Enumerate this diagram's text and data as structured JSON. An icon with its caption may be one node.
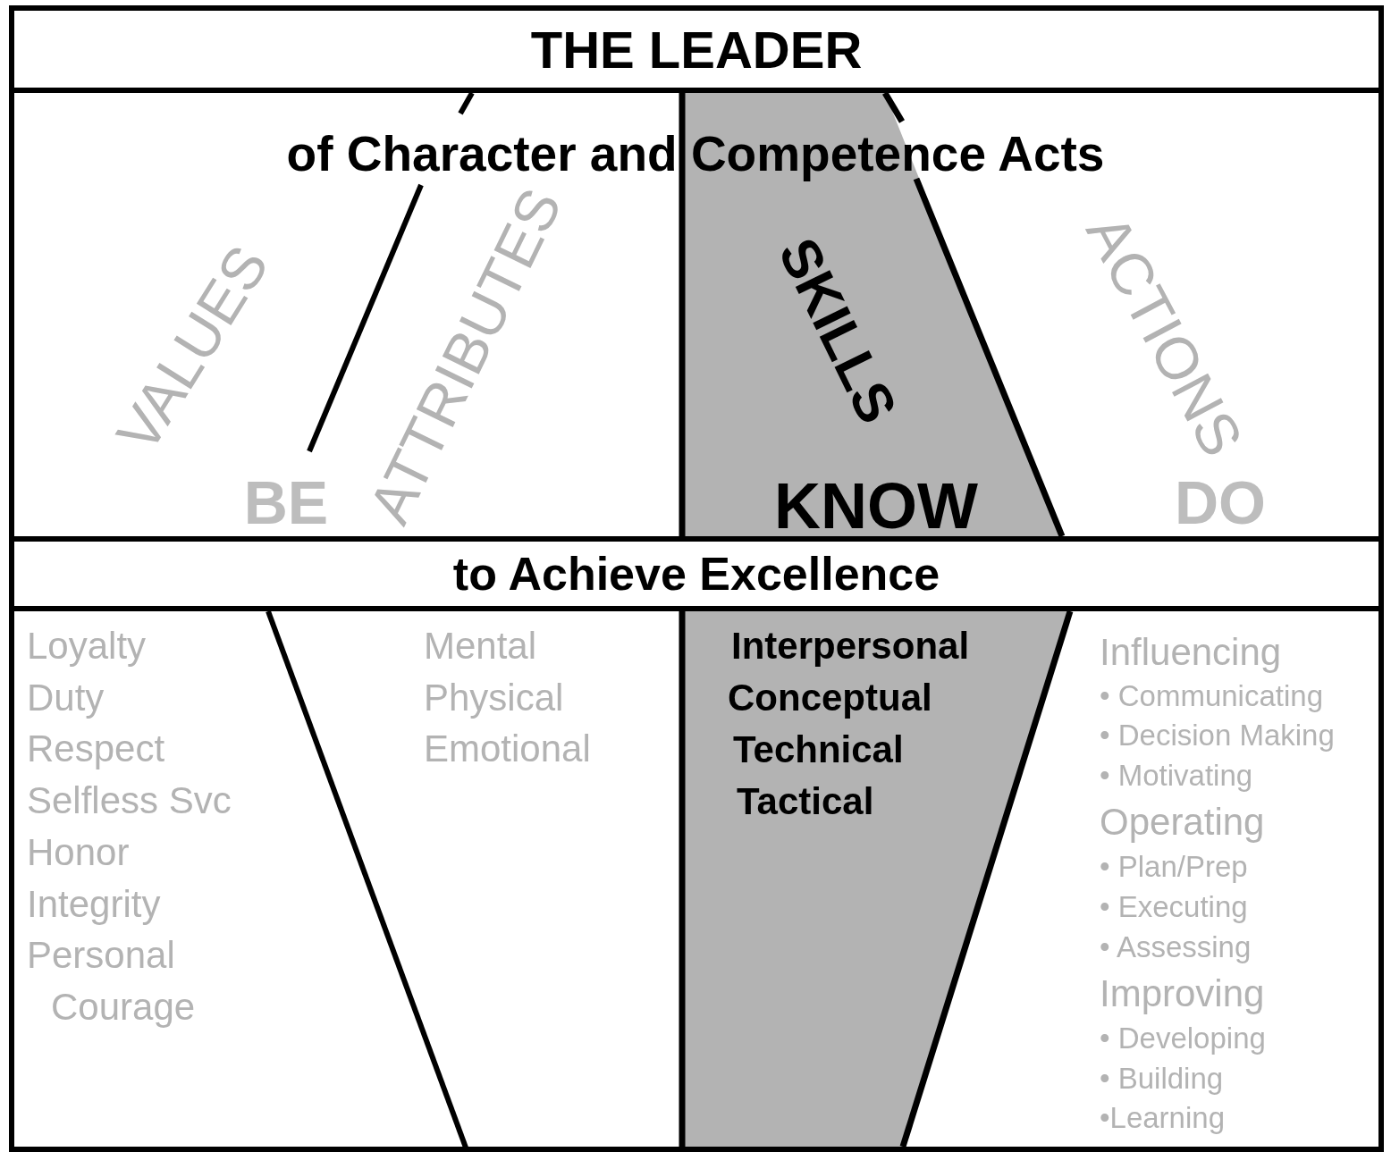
{
  "diagram": {
    "nodes": [
      {
        "text": [
          "THE LEADER"
        ]
      },
      {
        "text": [],
        "shape": "box"
      },
      {
        "text": [
          "SKILLS",
          "KNOW"
        ],
        "in": 1
      },
      {
        "text": [
          "to Achieve Excellence"
        ]
      },
      {
        "text": [],
        "shape": "box"
      },
      {
        "text": [
          "Interpersonal",
          "Conceptual",
          "Technical",
          "Tactical"
        ],
        "in": 4
      }
    ],
    "labels": [
      "of Character and Competence Acts",
      "VALUES",
      "ATTRIBUTES",
      "BE",
      "ACTIONS",
      "DO",
      "Loyalty",
      "Duty",
      "Respect",
      "Selfless Svc",
      "Honor",
      "Integrity",
      "Personal Courage",
      "Mental",
      "Physical",
      "Emotional",
      "Influencing",
      "• Communicating",
      "• Decision Making",
      "• Motivating",
      "Operating",
      "• Plan/Prep",
      "• Executing",
      "• Assessing",
      "Improving",
      "• Developing",
      "• Building",
      "•Learning"
    ]
  }
}
